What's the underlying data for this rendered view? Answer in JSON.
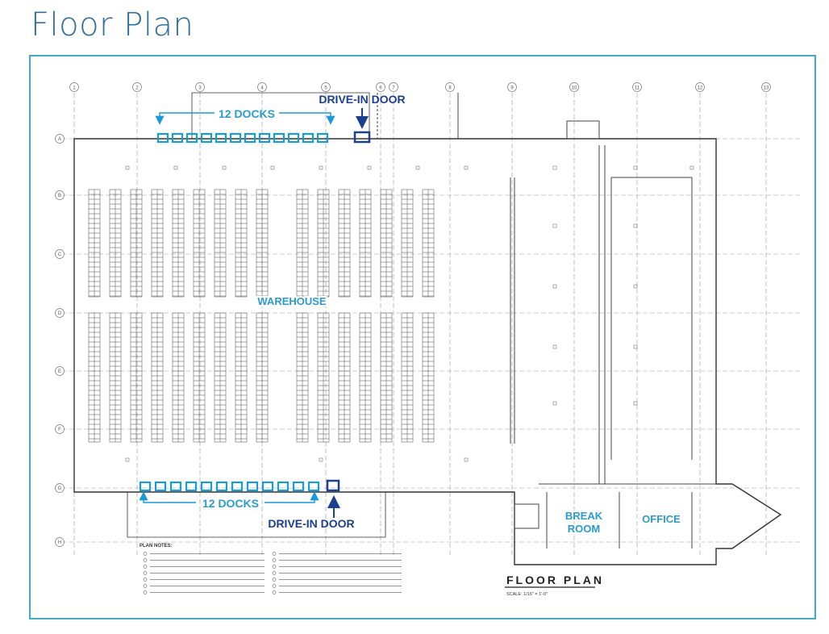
{
  "page": {
    "title": "Floor Plan"
  },
  "colors": {
    "title": "#2e6f9e",
    "frame": "#48a9c5",
    "dock": "#1a9bd7",
    "driveIn": "#1c3f8f",
    "label": "#2a9ccf",
    "line": "#444444"
  },
  "grid": {
    "column_labels": [
      "1",
      "2",
      "3",
      "4",
      "5",
      "6",
      "7",
      "8",
      "9",
      "10",
      "11",
      "12",
      "13"
    ],
    "row_labels": [
      "A",
      "B",
      "C",
      "D",
      "E",
      "F",
      "G",
      "H"
    ]
  },
  "labels": {
    "docks_top": "12 DOCKS",
    "docks_bottom": "12 DOCKS",
    "drive_in_top": "DRIVE-IN DOOR",
    "drive_in_bottom": "DRIVE-IN DOOR",
    "warehouse": "WAREHOUSE",
    "break_room": [
      "BREAK",
      "ROOM"
    ],
    "office": "OFFICE"
  },
  "docks": {
    "top_count": 12,
    "bottom_count": 12
  },
  "drawing": {
    "title": "FLOOR PLAN",
    "scale": "SCALE: 1/16\" = 1'-0\"",
    "notes_heading": "PLAN NOTES:"
  }
}
